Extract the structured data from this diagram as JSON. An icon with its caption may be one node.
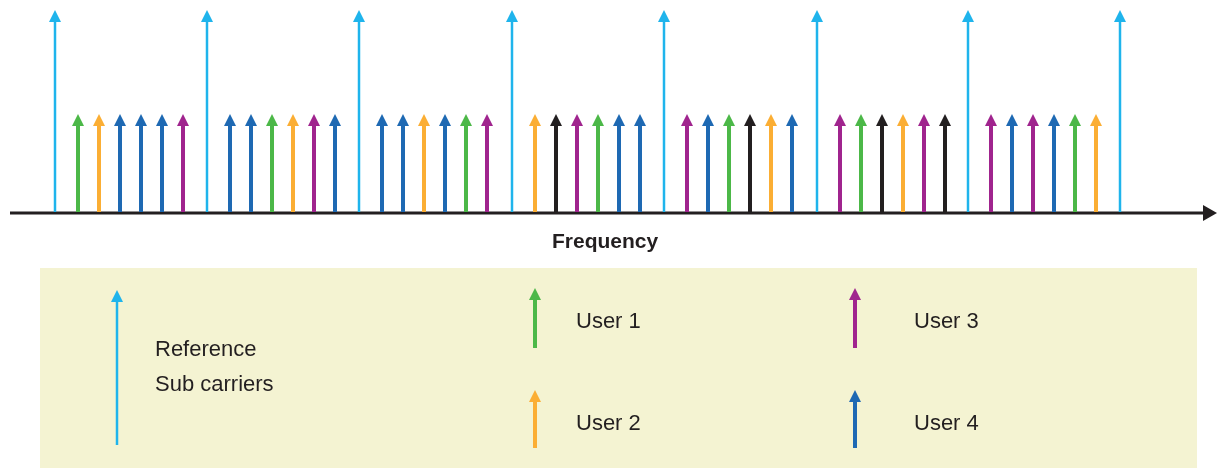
{
  "diagram": {
    "labels": [
      "Frequency"
    ],
    "legend": [
      {
        "text": "Reference Sub carriers",
        "color": "#1fb4ec"
      },
      {
        "text": "User 1",
        "color": "#4cb848"
      },
      {
        "text": "User 2",
        "color": "#fbae34"
      },
      {
        "text": "User 3",
        "color": "#a0248e"
      },
      {
        "text": "User 4",
        "color": "#1e69b3"
      }
    ]
  }
}
